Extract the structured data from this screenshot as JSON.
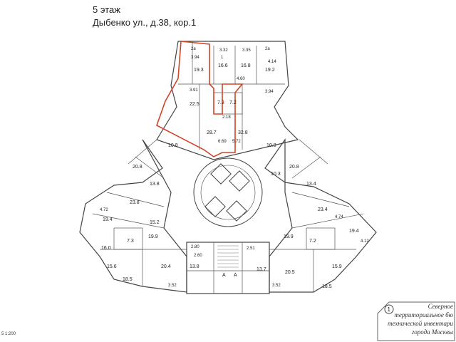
{
  "header": {
    "floor": "5 этаж",
    "address": "Дыбенко ул., д.38, кор.1"
  },
  "stamp": {
    "number": "1",
    "lines": [
      "Северное",
      "территориальное бю",
      "технической инвентари",
      "города Москвы"
    ]
  },
  "scale": "5 1:200",
  "colors": {
    "line": "#444444",
    "highlight": "#d0442a"
  },
  "rooms": {
    "top_2a": "2а",
    "top_dim_394": "3.94",
    "top_dim_332": "3.32",
    "top_dim_335": "3.35",
    "top_2a_right": "2а",
    "top_room_1": "1",
    "top_area_166": "16.6",
    "top_area_168": "16.8",
    "top_area_193": "19.3",
    "top_area_192": "19.2",
    "top_dim_414": "4.14",
    "top_dim_460": "4.60",
    "top_dim_391": "3.91",
    "top_dim_394b": "3.94",
    "top_area_225": "22.5",
    "top_area_73": "7.3",
    "top_area_72": "7.2",
    "top_dim_218": "2.18",
    "top_area_287": "28.7",
    "top_area_328": "32.8",
    "top_dim_669": "6.69",
    "top_dim_572": "5.72",
    "left_area_108": "10.8",
    "left_area_208": "20.8",
    "left_area_138": "13.8",
    "left_area_238": "23.8",
    "left_area_194": "19.4",
    "left_area_152": "15.2",
    "left_area_160": "16.0",
    "left_area_73": "7.3",
    "left_area_156": "15.6",
    "left_area_199": "19.9",
    "left_area_185": "18.5",
    "left_area_204": "20.4",
    "left_area_138b": "13.8",
    "left_dim_472": "4.72",
    "left_dim_352": "3.52",
    "right_area_108": "10.8",
    "right_area_103": "10.3",
    "right_area_208": "20.8",
    "right_area_134": "13.4",
    "right_area_234": "23.4",
    "right_area_194": "19.4",
    "right_area_159": "15.9",
    "right_area_199": "19.9",
    "right_area_185": "18.5",
    "right_area_205": "20.5",
    "right_area_72": "7.2",
    "right_area_137": "13.7",
    "right_dim_474": "4.74",
    "right_dim_412": "4.12",
    "right_dim_352": "3.52",
    "center_dim_251": "2.51",
    "center_dim_280": "2.80",
    "center_dim_260": "2.60",
    "center_a_left": "А",
    "center_a_right": "А"
  }
}
